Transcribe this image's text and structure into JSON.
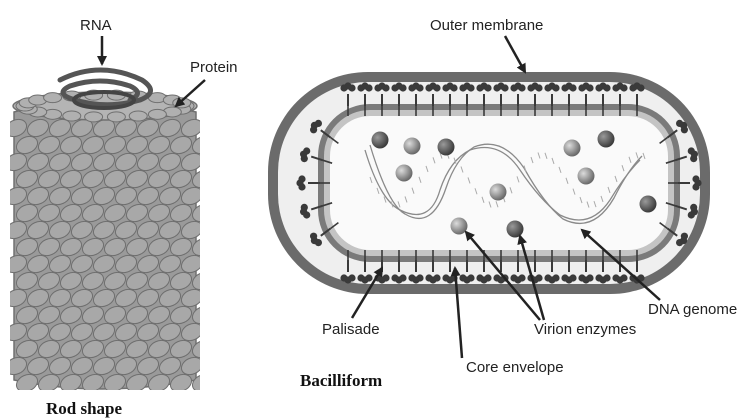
{
  "rod": {
    "label_rna": "RNA",
    "label_protein": "Protein",
    "caption": "Rod shape"
  },
  "bacilliform": {
    "label_outer_membrane": "Outer membrane",
    "label_palisade": "Palisade",
    "label_core_envelope": "Core envelope",
    "label_virion_enzymes": "Virion enzymes",
    "label_dna_genome": "DNA genome",
    "caption": "Bacilliform"
  },
  "colors": {
    "subunit_fill": "#a8a8a8",
    "subunit_stroke": "#6f6f6f",
    "membrane": "#6b6b6b",
    "membrane_inner": "#bdbdbd",
    "cytoplasm": "#f4f4f4",
    "knob": "#3a3a3a",
    "arrow": "#222222"
  }
}
